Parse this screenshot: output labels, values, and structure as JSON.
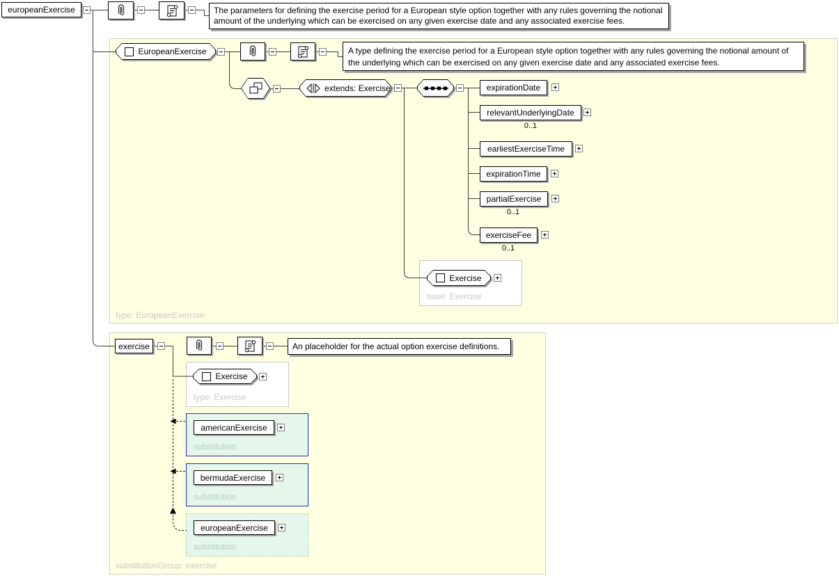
{
  "root": {
    "label": "europeanExercise",
    "documentation": "The parameters for defining the exercise period for a European style option together with any rules governing the notional amount of the underlying which can be exercised on any given exercise date and any associated exercise fees."
  },
  "european_exercise_type": {
    "name": "EuropeanExercise",
    "documentation": "A type defining the exercise period for a European style option together with any rules governing the notional amount of the underlying which can be exercised on any given exercise date and any associated exercise fees.",
    "derivation_label": "extends: Exercise",
    "sequence_children": [
      {
        "label": "expirationDate",
        "occurs": ""
      },
      {
        "label": "relevantUnderlyingDate",
        "occurs": "0..1"
      },
      {
        "label": "earliestExerciseTime",
        "occurs": ""
      },
      {
        "label": "expirationTime",
        "occurs": ""
      },
      {
        "label": "partialExercise",
        "occurs": "0..1"
      },
      {
        "label": "exerciseFee",
        "occurs": "0..1"
      }
    ],
    "base": {
      "label": "Exercise",
      "caption": "base: Exercise"
    },
    "footer_caption": "type: EuropeanExercise"
  },
  "exercise_element": {
    "label": "exercise",
    "documentation": "An placeholder for the actual option exercise definitions.",
    "type_box": {
      "label": "Exercise",
      "caption": "type: Exercise"
    },
    "substitutions": [
      {
        "label": "americanExercise",
        "caption": "substitution"
      },
      {
        "label": "bermudaExercise",
        "caption": "substitution"
      },
      {
        "label": "europeanExercise",
        "caption": "substitution"
      }
    ],
    "footer_caption": "substitutionGroup: exercise"
  },
  "icons": {
    "annotation": "paperclip",
    "documentation": "scroll",
    "element": "square",
    "derivation": "overlapping-squares",
    "extends": "triangles-bar",
    "sequence": "dotted-squares-line"
  },
  "colors": {
    "panel_bg": "#ffffe1",
    "substitution_bg": "#e4f7ea",
    "substitution_border": "#2828c8",
    "box_shadow": "#a6a6a6",
    "caption_gray": "#c8c8c8"
  }
}
